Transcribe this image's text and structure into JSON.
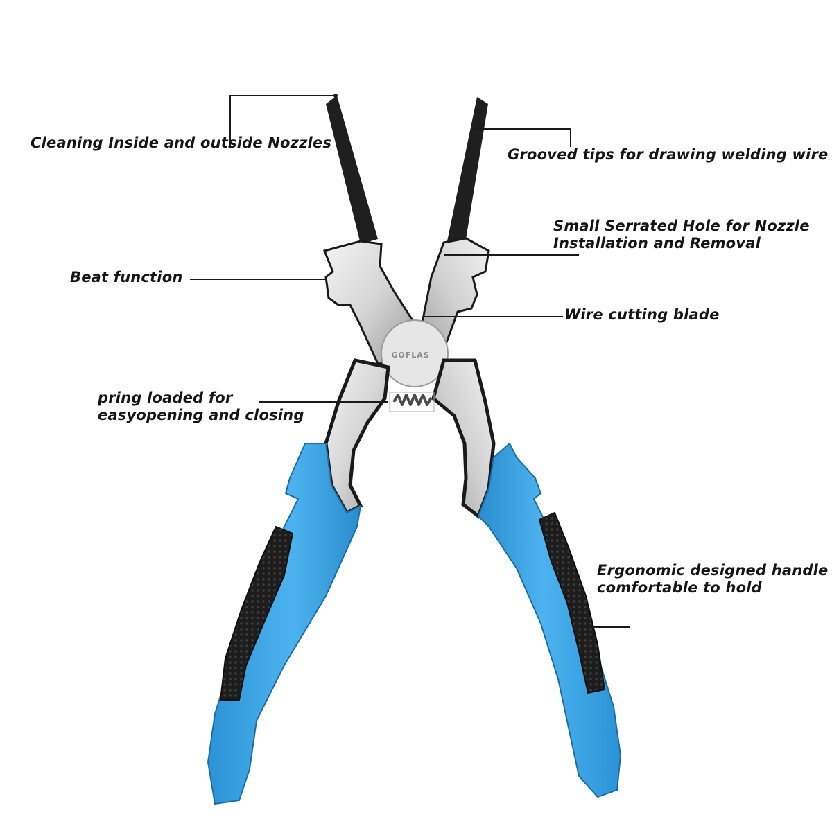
{
  "brand": {
    "logo_text": "GOFLAS"
  },
  "colors": {
    "handle_blue": "#35a4e8",
    "handle_grip": "#1c1c1c",
    "jaw_black": "#202020",
    "steel": "#dcdcdc",
    "leader_line": "#1a1a1a"
  },
  "labels": {
    "cleaning": "Cleaning Inside and outside Nozzles",
    "grooved": "Grooved tips for drawing welding wire",
    "serrated_line1": "Small Serrated Hole for Nozzle",
    "serrated_line2": "Installation and Removal",
    "beat": "Beat function",
    "wire_cutting": "Wire cutting blade",
    "spring_line1": "pring loaded for",
    "spring_line2": "easyopening and closing",
    "ergonomic_line1": "Ergonomic designed handle",
    "ergonomic_line2": "comfortable to hold"
  }
}
